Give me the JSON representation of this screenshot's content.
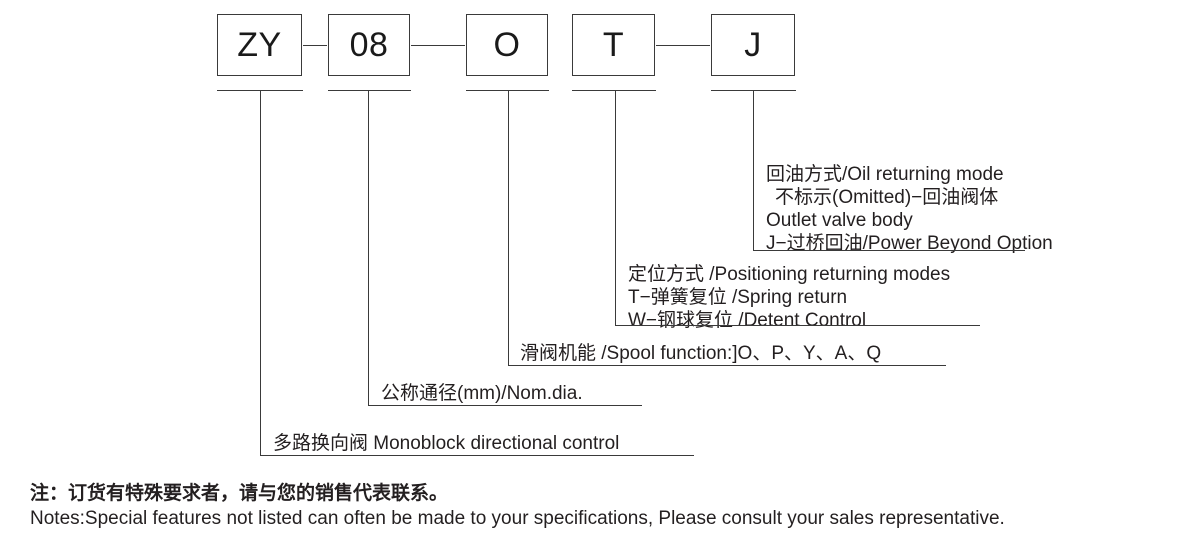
{
  "diagram": {
    "type": "model-code-breakdown",
    "code_boxes": [
      {
        "name": "series-code",
        "value": "ZY"
      },
      {
        "name": "nominal-diameter",
        "value": "08"
      },
      {
        "name": "spool-function",
        "value": "O"
      },
      {
        "name": "positioning-mode",
        "value": "T"
      },
      {
        "name": "oil-returning-mode",
        "value": "J"
      }
    ],
    "callouts": [
      {
        "name": "oil-returning-mode-callout",
        "lines": [
          "回油方式/Oil returning mode",
          "不标示(Omitted)−回油阀体",
          "Outlet valve body",
          "J−过桥回油/Power Beyond Option"
        ]
      },
      {
        "name": "positioning-mode-callout",
        "lines": [
          "定位方式 /Positioning returning modes",
          "T−弹簧复位 /Spring return",
          "W−钢球复位 /Detent Control"
        ]
      },
      {
        "name": "spool-function-callout",
        "lines": [
          "滑阀机能 /Spool function:]O、P、Y、A、Q"
        ]
      },
      {
        "name": "nominal-diameter-callout",
        "lines": [
          "公称通径(mm)/Nom.dia."
        ]
      },
      {
        "name": "series-code-callout",
        "lines": [
          "多路换向阀 Monoblock directional control"
        ]
      }
    ]
  },
  "notes": {
    "chinese": "注：订货有特殊要求者，请与您的销售代表联系。",
    "english": "Notes:Special features not listed can often be made to your specifications, Please consult your sales representative."
  },
  "colors": {
    "line": "#3a3a3a",
    "text": "#231f20",
    "background": "#ffffff"
  }
}
